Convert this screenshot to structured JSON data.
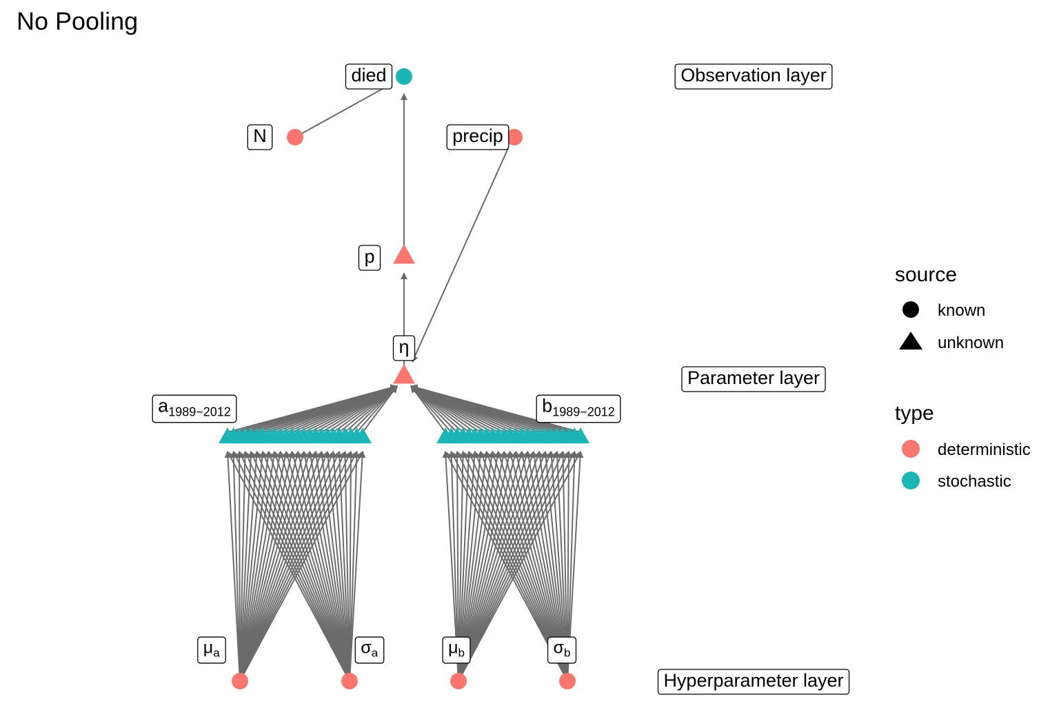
{
  "title": "No Pooling",
  "colors": {
    "deterministic": "#F8766D",
    "stochastic": "#1CB5B5",
    "edge": "#6B6B6B",
    "label_border": "#000000"
  },
  "nodes": {
    "died": {
      "label": "died",
      "type": "stochastic",
      "source": "known"
    },
    "N": {
      "label": "N",
      "type": "deterministic",
      "source": "known"
    },
    "precip": {
      "label": "precip",
      "type": "deterministic",
      "source": "known"
    },
    "p": {
      "label": "p",
      "type": "deterministic",
      "source": "unknown"
    },
    "eta": {
      "label": "η",
      "type": "deterministic",
      "source": "unknown"
    },
    "a": {
      "label": "a",
      "sub": "1989−2012",
      "type": "stochastic",
      "source": "unknown",
      "count": 24
    },
    "b": {
      "label": "b",
      "sub": "1989−2012",
      "type": "stochastic",
      "source": "unknown",
      "count": 24
    },
    "mu_a": {
      "label": "μ",
      "sub": "a",
      "type": "deterministic",
      "source": "known"
    },
    "sigma_a": {
      "label": "σ",
      "sub": "a",
      "type": "deterministic",
      "source": "known"
    },
    "mu_b": {
      "label": "μ",
      "sub": "b",
      "type": "deterministic",
      "source": "known"
    },
    "sigma_b": {
      "label": "σ",
      "sub": "b",
      "type": "deterministic",
      "source": "known"
    }
  },
  "layers": {
    "observation": "Observation layer",
    "parameter": "Parameter layer",
    "hyperparameter": "Hyperparameter layer"
  },
  "legend": {
    "source_title": "source",
    "source_items": [
      {
        "label": "known",
        "shape": "circle"
      },
      {
        "label": "unknown",
        "shape": "triangle"
      }
    ],
    "type_title": "type",
    "type_items": [
      {
        "label": "deterministic",
        "color": "#F8766D"
      },
      {
        "label": "stochastic",
        "color": "#1CB5B5"
      }
    ]
  }
}
